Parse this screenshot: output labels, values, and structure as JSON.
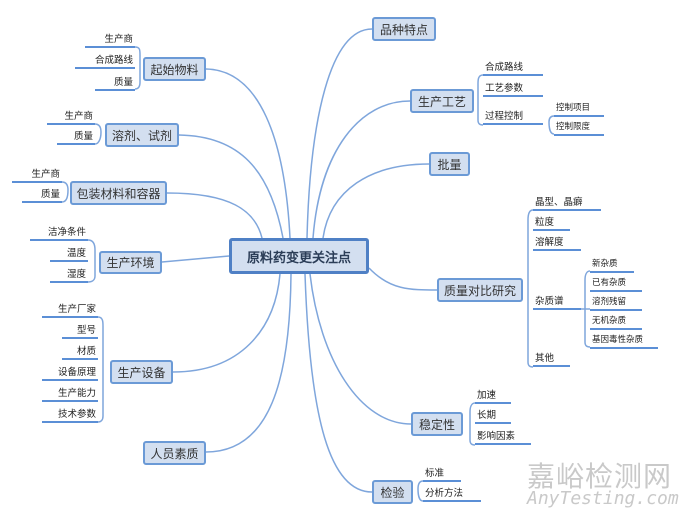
{
  "center": "原料药变更关注点",
  "left_branches": [
    {
      "label": "起始物料",
      "children": [
        "生产商",
        "合成路线",
        "质量"
      ]
    },
    {
      "label": "溶剂、试剂",
      "children": [
        "生产商",
        "质量"
      ]
    },
    {
      "label": "包装材料和容器",
      "children": [
        "生产商",
        "质量"
      ]
    },
    {
      "label": "生产环境",
      "children": [
        "洁净条件",
        "温度",
        "湿度"
      ]
    },
    {
      "label": "生产设备",
      "children": [
        "生产厂家",
        "型号",
        "材质",
        "设备原理",
        "生产能力",
        "技术参数"
      ]
    },
    {
      "label": "人员素质",
      "children": []
    }
  ],
  "right_branches": [
    {
      "label": "品种特点",
      "children": []
    },
    {
      "label": "生产工艺",
      "children": [
        "合成路线",
        "工艺参数",
        "过程控制"
      ],
      "sub": [
        "控制项目",
        "控制限度"
      ]
    },
    {
      "label": "批量",
      "children": []
    },
    {
      "label": "质量对比研究",
      "children": [
        "晶型、晶癖",
        "粒度",
        "溶解度",
        "杂质谱",
        "其他"
      ],
      "sub": [
        "新杂质",
        "已有杂质",
        "溶剂残留",
        "无机杂质",
        "基因毒性杂质"
      ]
    },
    {
      "label": "稳定性",
      "children": [
        "加速",
        "长期",
        "影响因素"
      ]
    },
    {
      "label": "检验",
      "children": [
        "标准",
        "分析方法"
      ]
    }
  ],
  "watermark": {
    "cn": "嘉峪检测网",
    "en": "AnyTesting.com"
  },
  "colors": {
    "line": "#7fa6dc",
    "node_fill": "#d3dff0",
    "node_border": "#6b9ad6"
  }
}
